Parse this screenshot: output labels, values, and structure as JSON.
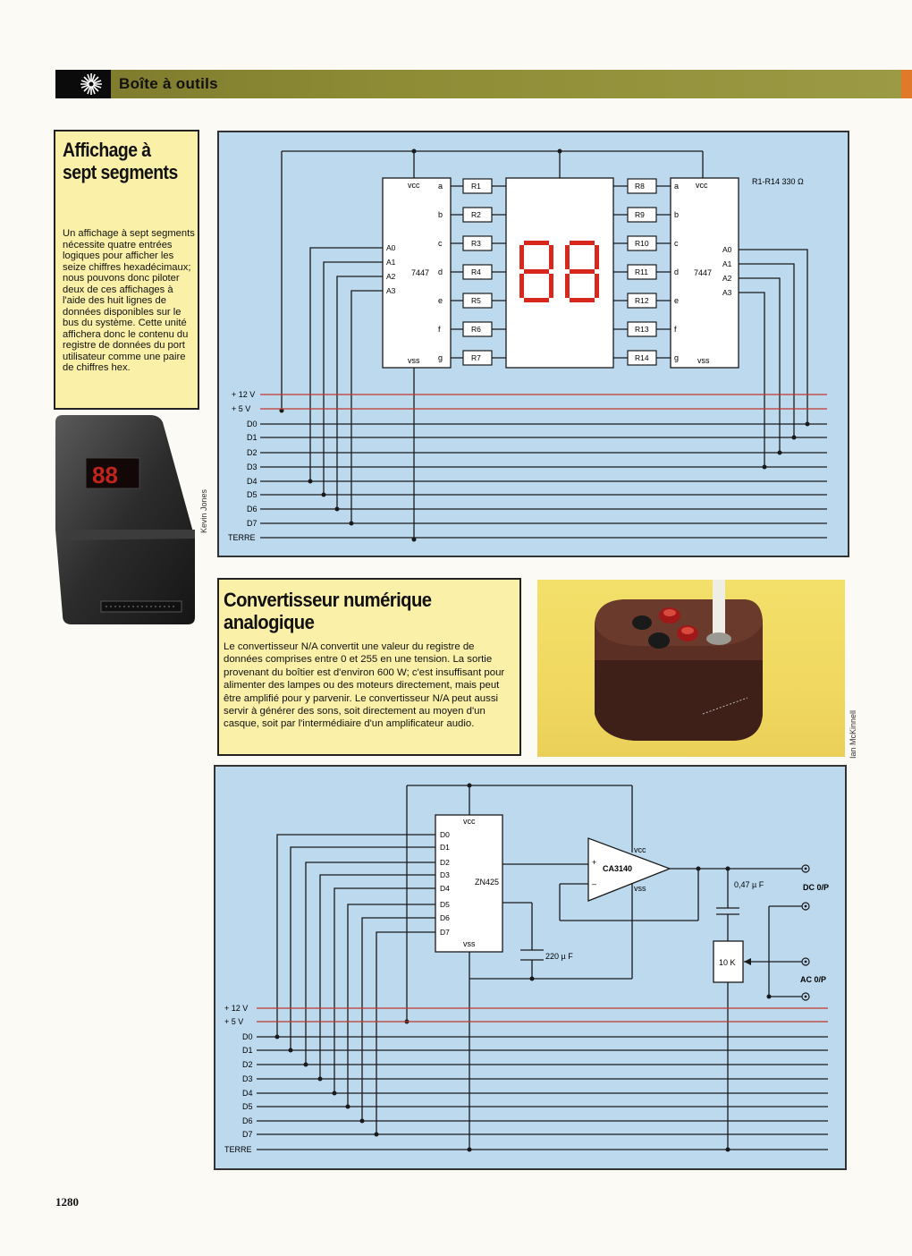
{
  "header": {
    "title": "Boîte à outils",
    "logo_icon": "starburst-icon",
    "band_color": "#8f8c36",
    "tab_color": "#e07a2a"
  },
  "sidebar": {
    "title": "Affichage à sept segments",
    "body": "Un affichage à sept segments nécessite quatre entrées logiques pour afficher les seize chiffres hexadécimaux; nous pouvons donc piloter deux de ces affichages à l'aide des huit lignes de données disponibles sur le bus du système. Cette unité affichera donc le contenu du registre de données du port utilisateur comme une paire de chiffres hex."
  },
  "diagram1": {
    "chip_left": {
      "vcc": "vcc",
      "vss": "vss",
      "name": "7447",
      "inputs": [
        "A0",
        "A1",
        "A2",
        "A3"
      ],
      "outputs": [
        "a",
        "b",
        "c",
        "d",
        "e",
        "f",
        "g"
      ]
    },
    "chip_right": {
      "vcc": "vcc",
      "vss": "vss",
      "name": "7447",
      "inputs": [
        "A0",
        "A1",
        "A2",
        "A3"
      ],
      "outputs": [
        "a",
        "b",
        "c",
        "d",
        "e",
        "f",
        "g"
      ]
    },
    "resistors_left": [
      "R1",
      "R2",
      "R3",
      "R4",
      "R5",
      "R6",
      "R7"
    ],
    "resistors_right": [
      "R8",
      "R9",
      "R10",
      "R11",
      "R12",
      "R13",
      "R14"
    ],
    "resistor_note": "R1-R14 330 Ω",
    "display_digits": "88",
    "bus_labels": [
      "+ 12 V",
      "+ 5 V",
      "D0",
      "D1",
      "D2",
      "D3",
      "D4",
      "D5",
      "D6",
      "D7",
      "TERRE"
    ],
    "rail_color": "#c0392b",
    "segment_color": "#d8281e"
  },
  "dac": {
    "title": "Convertisseur numérique analogique",
    "body": "Le convertisseur N/A convertit une valeur du registre de données comprises entre 0 et 255 en une tension. La sortie provenant du boîtier est d'environ 600 W; c'est insuffisant pour alimenter des lampes ou des moteurs directement, mais peut être amplifié pour y parvenir. Le convertisseur N/A peut aussi servir à générer des sons, soit directement au moyen d'un casque, soit par l'intermédiaire d'un amplificateur audio."
  },
  "diagram2": {
    "chip": {
      "name": "ZN425",
      "vcc": "vcc",
      "vss": "vss",
      "inputs": [
        "D0",
        "D1",
        "D2",
        "D3",
        "D4",
        "D5",
        "D6",
        "D7"
      ]
    },
    "opamp": {
      "name": "CA3140",
      "vcc": "vcc",
      "vss": "vss",
      "plus": "+",
      "minus": "–"
    },
    "cap1": "220 µ F",
    "cap2": "0,47 µ F",
    "pot": "10 K",
    "out_dc": "DC 0/P",
    "out_ac": "AC 0/P",
    "bus_labels": [
      "+ 12 V",
      "+ 5 V",
      "D0",
      "D1",
      "D2",
      "D3",
      "D4",
      "D5",
      "D6",
      "D7",
      "TERRE"
    ]
  },
  "credits": {
    "photo1": "Kevin Jones",
    "photo2": "Ian McKinnell"
  },
  "page_number": "1280"
}
